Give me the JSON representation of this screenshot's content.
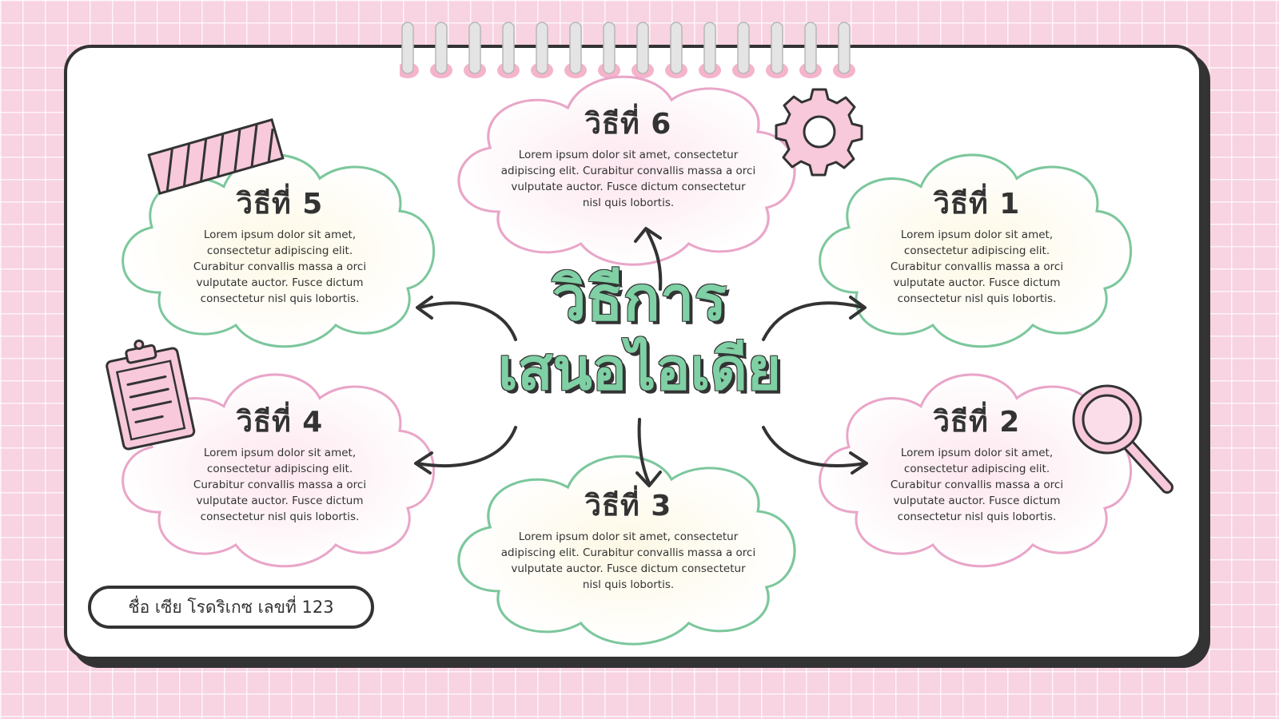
{
  "center_title": {
    "line1": "วิธีการ",
    "line2": "เสนอไอเดีย"
  },
  "clouds": [
    {
      "title": "วิธีที่ 6",
      "body": "Lorem ipsum dolor sit amet, consectetur adipiscing elit. Curabitur convallis massa a orci vulputate auctor. Fusce dictum consectetur nisl quis lobortis."
    },
    {
      "title": "วิธีที่ 5",
      "body": "Lorem ipsum dolor sit amet, consectetur adipiscing elit. Curabitur convallis massa a orci vulputate auctor. Fusce dictum consectetur nisl quis lobortis."
    },
    {
      "title": "วิธีที่ 1",
      "body": "Lorem ipsum dolor sit amet, consectetur adipiscing elit. Curabitur convallis massa a orci vulputate auctor. Fusce dictum consectetur nisl quis lobortis."
    },
    {
      "title": "วิธีที่ 4",
      "body": "Lorem ipsum dolor sit amet, consectetur adipiscing elit. Curabitur convallis massa a orci vulputate auctor. Fusce dictum consectetur nisl quis lobortis."
    },
    {
      "title": "วิธีที่ 2",
      "body": "Lorem ipsum dolor sit amet, consectetur adipiscing elit. Curabitur convallis massa a orci vulputate auctor. Fusce dictum consectetur nisl quis lobortis."
    },
    {
      "title": "วิธีที่ 3",
      "body": "Lorem ipsum dolor sit amet, consectetur adipiscing elit. Curabitur convallis massa a orci vulputate auctor. Fusce dictum consectetur nisl quis lobortis."
    }
  ],
  "footer": {
    "name_label": "ชื่อ เซีย โรดริเกซ เลขที่ 123"
  },
  "colors": {
    "background": "#f8d3e2",
    "pink_outline": "#e9a6c8",
    "green_outline": "#7cc79c",
    "title_green": "#7fd0a4",
    "ink": "#333333"
  },
  "icons": [
    "washi-tape-icon",
    "gear-icon",
    "clipboard-icon",
    "magnifier-icon"
  ]
}
